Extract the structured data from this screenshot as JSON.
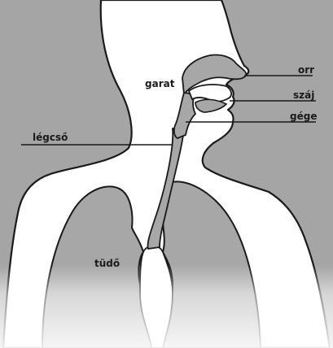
{
  "diagram": {
    "labels": {
      "garat": "garat",
      "orr": "orr",
      "szaj": "száj",
      "gege": "gége",
      "legcso": "légcső",
      "tudo": "tüdő"
    },
    "colors": {
      "background": "#a5a5a5",
      "body": "#ffffff",
      "organ": "#a7a7a7",
      "outline": "#1a1a1a"
    }
  }
}
